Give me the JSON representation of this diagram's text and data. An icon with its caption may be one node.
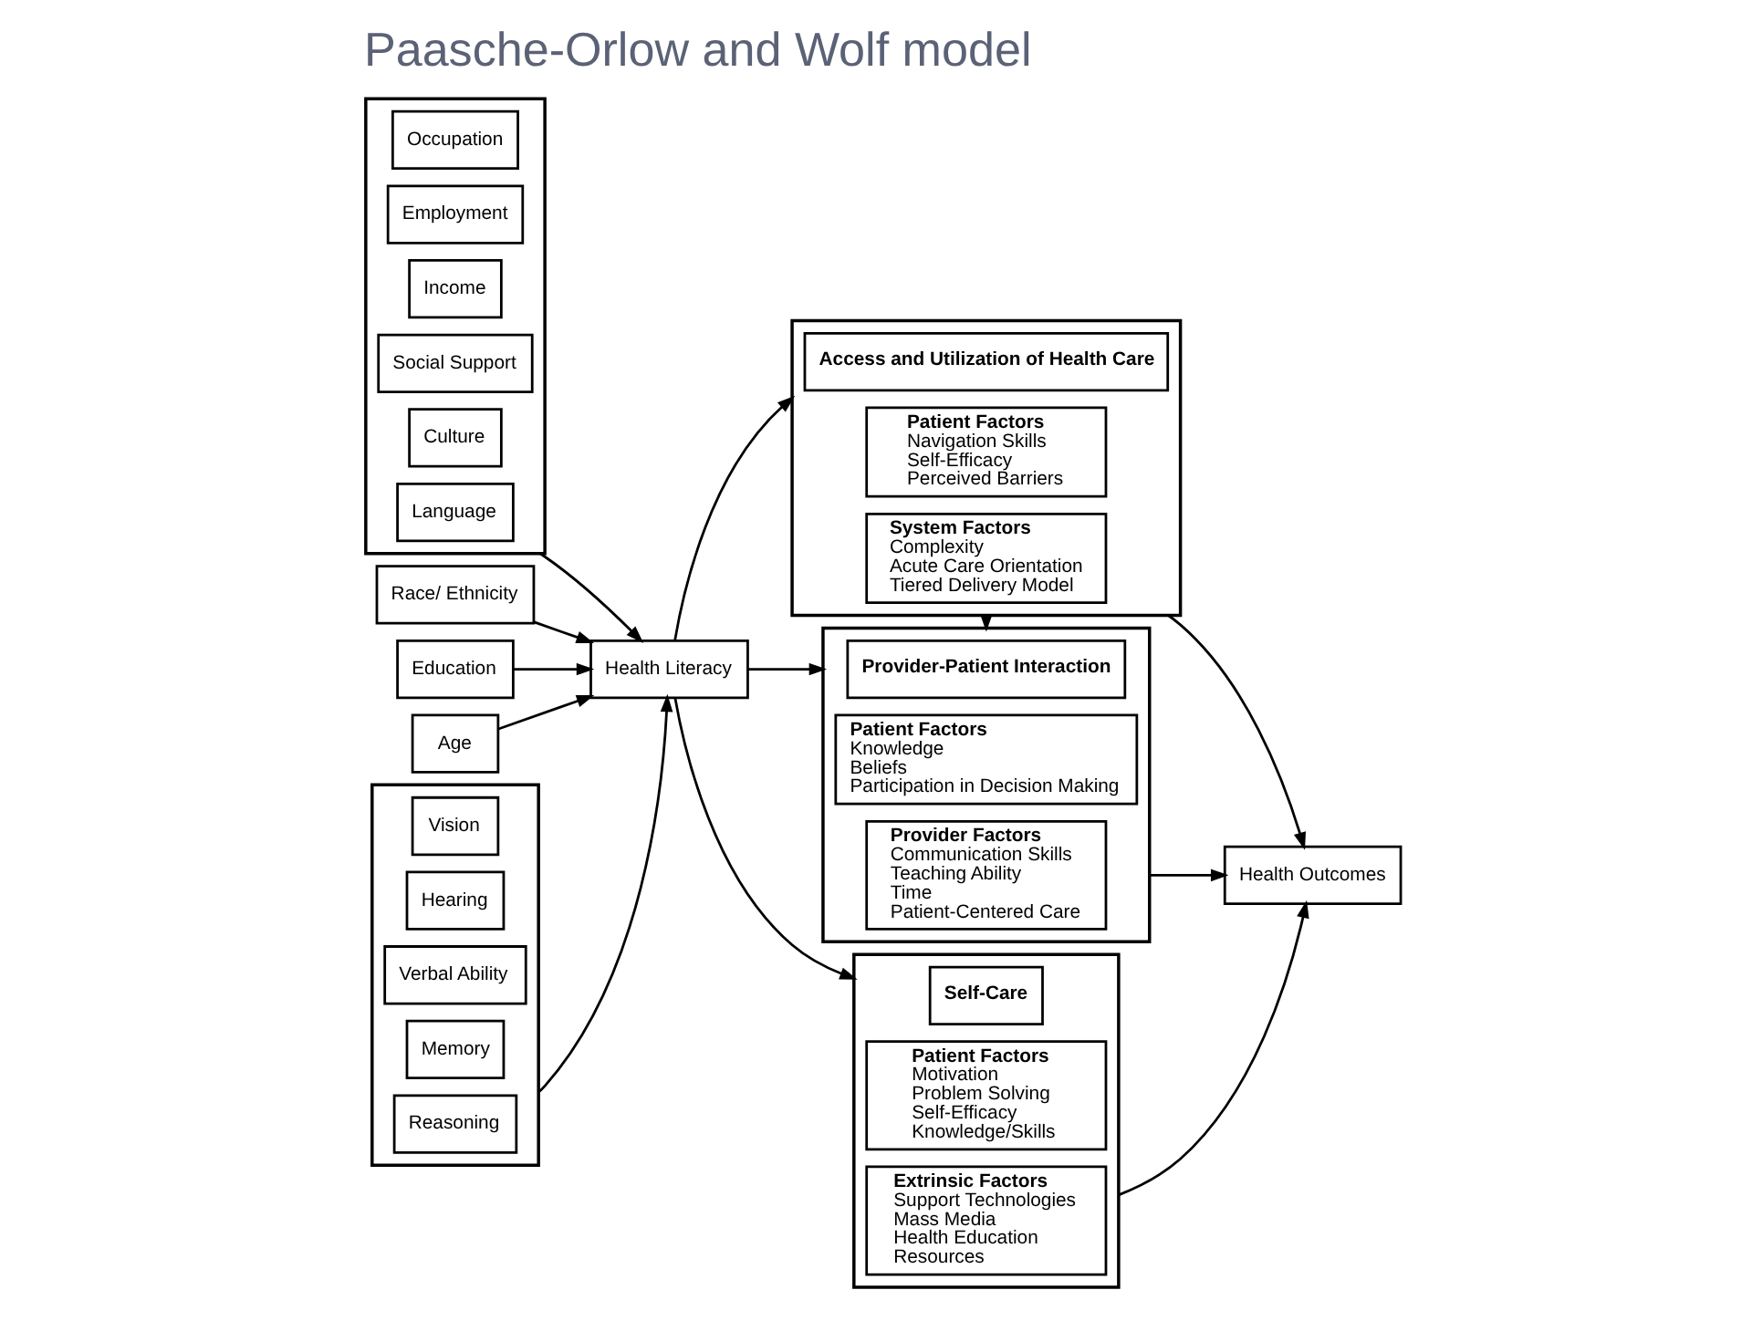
{
  "diagram": {
    "title": "Paasche-Orlow and Wolf model",
    "nodes": [
      {
        "text": [],
        "shape": "box"
      },
      {
        "text": [
          "Occupation"
        ],
        "in": 0
      },
      {
        "text": [
          "Employment"
        ],
        "in": 0
      },
      {
        "text": [
          "Income"
        ],
        "in": 0
      },
      {
        "text": [
          "Social Support"
        ],
        "in": 0
      },
      {
        "text": [
          "Culture"
        ],
        "in": 0
      },
      {
        "text": [
          "Language"
        ],
        "in": 0
      },
      {
        "text": [
          "Race/ Ethnicity"
        ]
      },
      {
        "text": [
          "Education"
        ]
      },
      {
        "text": [
          "Age"
        ]
      },
      {
        "text": [
          "Health Literacy"
        ]
      },
      {
        "text": [],
        "shape": "box"
      },
      {
        "text": [
          "Vision"
        ],
        "in": 11
      },
      {
        "text": [
          "Hearing"
        ],
        "in": 11
      },
      {
        "text": [
          "Verbal Ability"
        ],
        "in": 11
      },
      {
        "text": [
          "Memory"
        ],
        "in": 11
      },
      {
        "text": [
          "Reasoning"
        ],
        "in": 11
      },
      {
        "text": [],
        "shape": "box"
      },
      {
        "text": [
          "Access and Utilization of Health Care"
        ],
        "in": 17
      },
      {
        "text": [
          "Patient Factors",
          "Navigation Skills",
          "Self-Efficacy",
          "Perceived Barriers"
        ],
        "in": 17
      },
      {
        "text": [
          "System Factors",
          "Complexity",
          "Acute Care Orientation",
          "Tiered Delivery Model"
        ],
        "in": 17
      },
      {
        "text": [],
        "shape": "box"
      },
      {
        "text": [
          "Provider-Patient Interaction"
        ],
        "in": 21
      },
      {
        "text": [
          "Patient Factors",
          "Knowledge",
          "Beliefs",
          "Participation in Decision Making"
        ],
        "in": 21
      },
      {
        "text": [
          "Provider Factors",
          "Communication Skills",
          "Teaching Ability",
          "Time",
          "Patient-Centered Care"
        ],
        "in": 21
      },
      {
        "text": [],
        "shape": "box"
      },
      {
        "text": [
          "Self-Care"
        ],
        "in": 25
      },
      {
        "text": [
          "Patient Factors",
          "Motivation",
          "Problem Solving",
          "Self-Efficacy",
          "Knowledge/Skills"
        ],
        "in": 25
      },
      {
        "text": [
          "Extrinsic Factors",
          "Support Technologies",
          "Mass Media",
          "Health Education",
          "Resources"
        ],
        "in": 25
      },
      {
        "text": [
          "Health Outcomes"
        ]
      }
    ],
    "edges": [
      {
        "from": 0,
        "to": 10,
        "arrow": "to"
      },
      {
        "from": 7,
        "to": 10,
        "arrow": "to"
      },
      {
        "from": 8,
        "to": 10,
        "arrow": "to"
      },
      {
        "from": 9,
        "to": 10,
        "arrow": "to"
      },
      {
        "from": 11,
        "to": 10,
        "arrow": "to"
      },
      {
        "from": 10,
        "to": 17,
        "arrow": "to"
      },
      {
        "from": 10,
        "to": 21,
        "arrow": "to"
      },
      {
        "from": 10,
        "to": 25,
        "arrow": "to"
      },
      {
        "from": 17,
        "to": 21,
        "arrow": "to"
      },
      {
        "from": 17,
        "to": 29,
        "arrow": "to"
      },
      {
        "from": 21,
        "to": 29,
        "arrow": "to"
      },
      {
        "from": 25,
        "to": 29,
        "arrow": "to"
      }
    ]
  }
}
